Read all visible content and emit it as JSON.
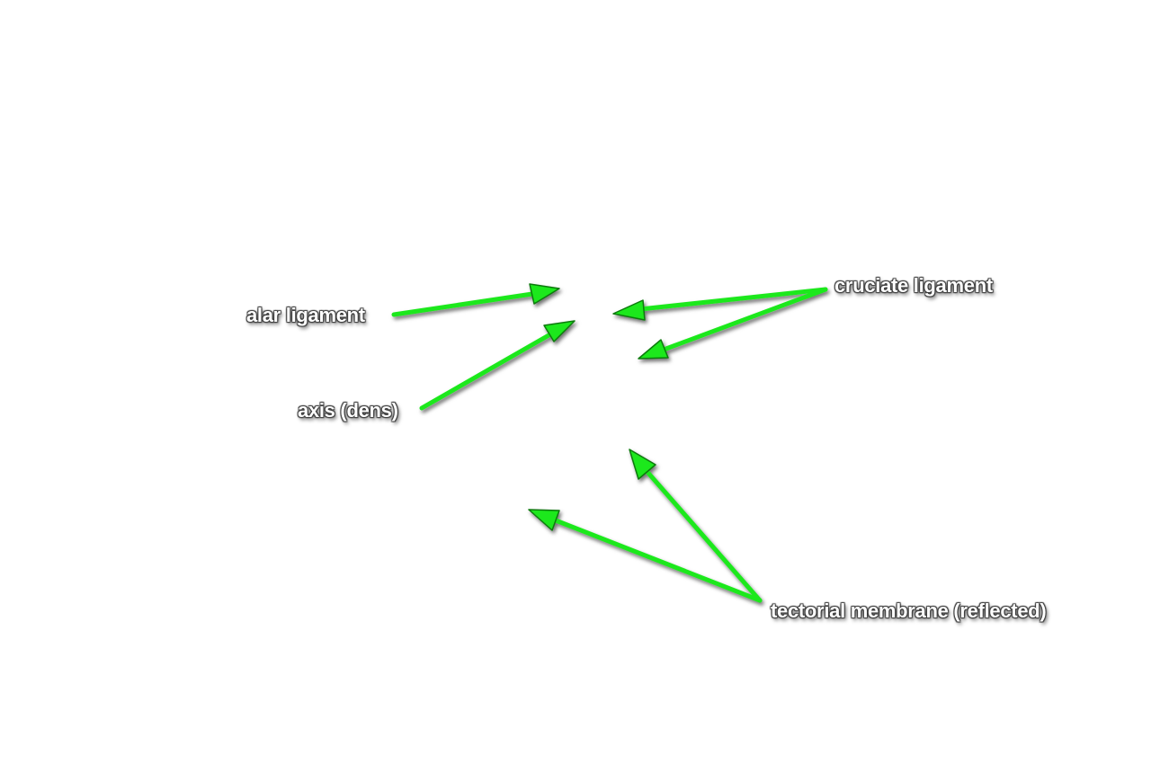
{
  "labels": {
    "alar": "alar ligament",
    "axis": "axis (dens)",
    "cruciate": "cruciate ligament",
    "tectorial": "tectorial membrane (reflected)"
  },
  "style": {
    "arrow_color": "#1ee81e",
    "arrow_outline": "#0a7a0a",
    "label_text_color": "#ffffff",
    "label_outline_color": "#3a3a3a",
    "background": "#ffffff"
  }
}
